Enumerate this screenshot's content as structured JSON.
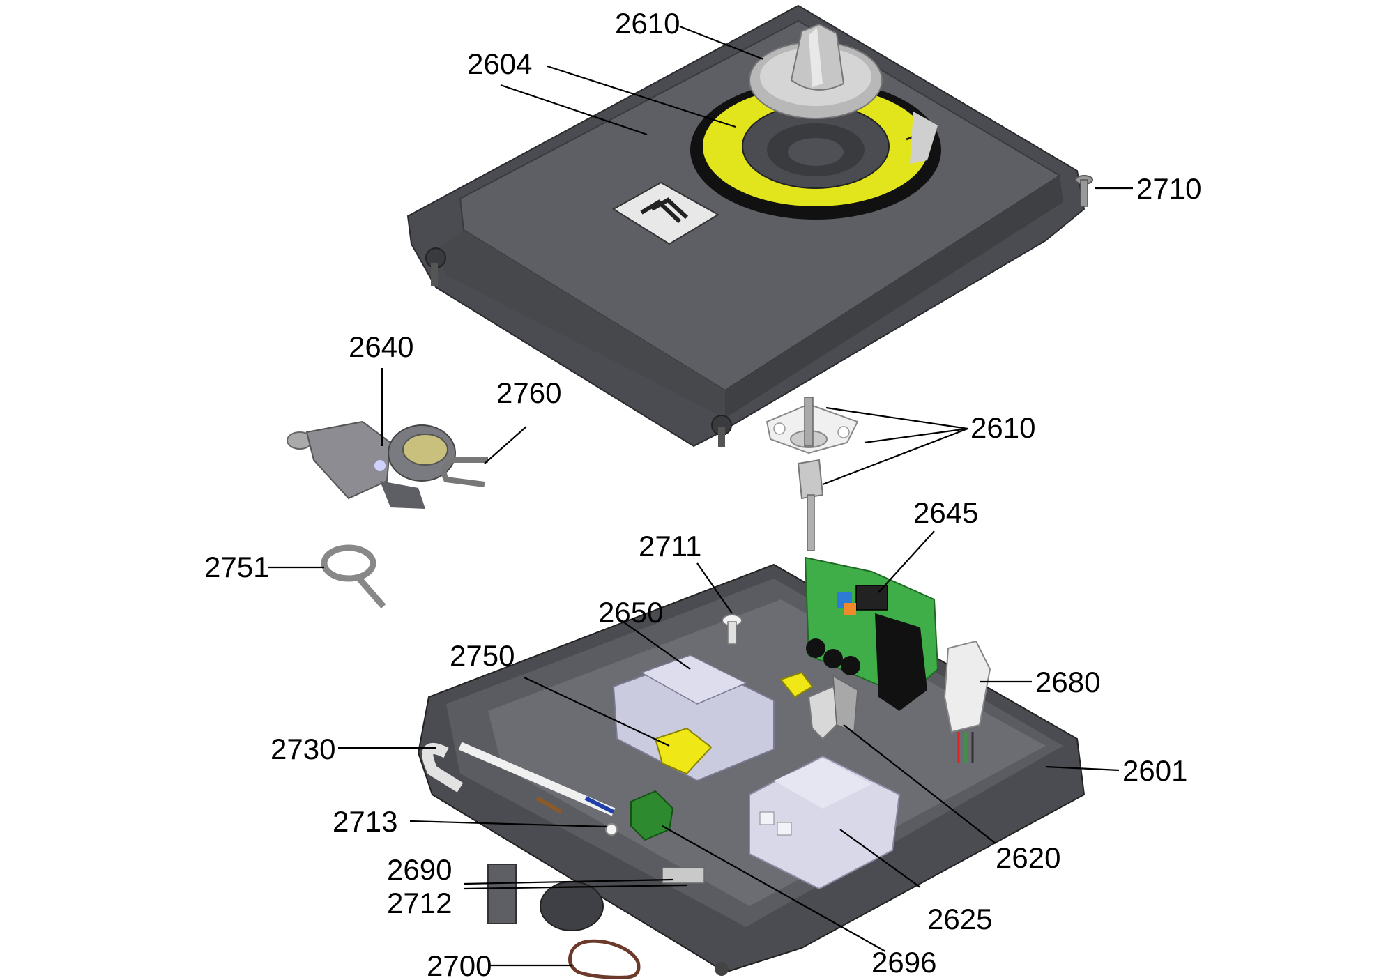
{
  "labels": {
    "l2610_top": "2610",
    "l2604": "2604",
    "l2710": "2710",
    "l2640": "2640",
    "l2760": "2760",
    "l2610_mid": "2610",
    "l2751": "2751",
    "l2645": "2645",
    "l2711": "2711",
    "l2650": "2650",
    "l2750": "2750",
    "l2680": "2680",
    "l2730": "2730",
    "l2601": "2601",
    "l2713": "2713",
    "l2620": "2620",
    "l2690": "2690",
    "l2712": "2712",
    "l2625": "2625",
    "l2700": "2700",
    "l2696": "2696"
  },
  "colors": {
    "housing": "#55575c",
    "housing_dark": "#3c3d41",
    "housing_light": "#707277",
    "yellow": "#e5e81c",
    "pcb_green": "#3fae48",
    "transformer": "#c9c9dc",
    "connector_yellow": "#f0e816",
    "terminal_green": "#2e8a2e",
    "gasket": "#6b3a2a"
  }
}
